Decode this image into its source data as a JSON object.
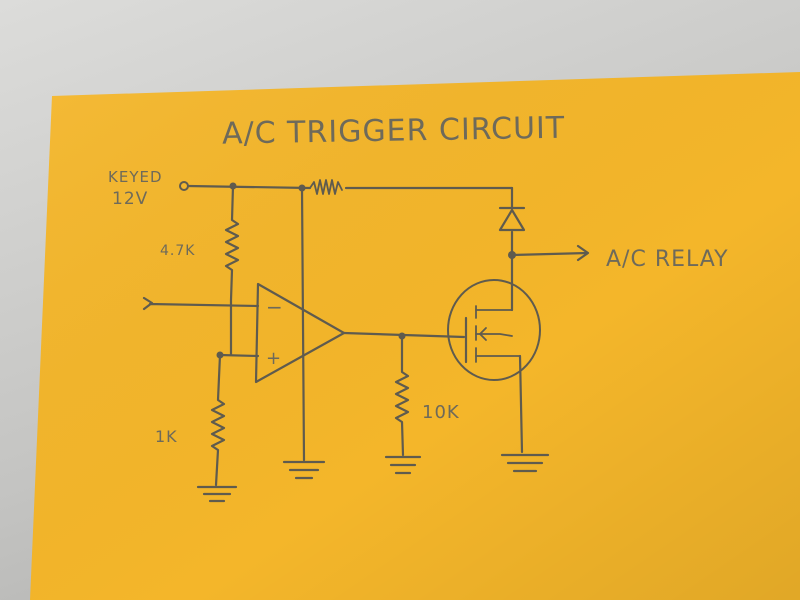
{
  "diagram": {
    "title": "A/C TRIGGER CIRCUIT",
    "labels": {
      "keyed": "KEYED",
      "voltage": "12V",
      "r_top": "4.7K",
      "r_bottom": "1K",
      "r_gate": "10K",
      "opamp_minus": "−",
      "opamp_plus": "+",
      "output": "A/C RELAY"
    }
  }
}
